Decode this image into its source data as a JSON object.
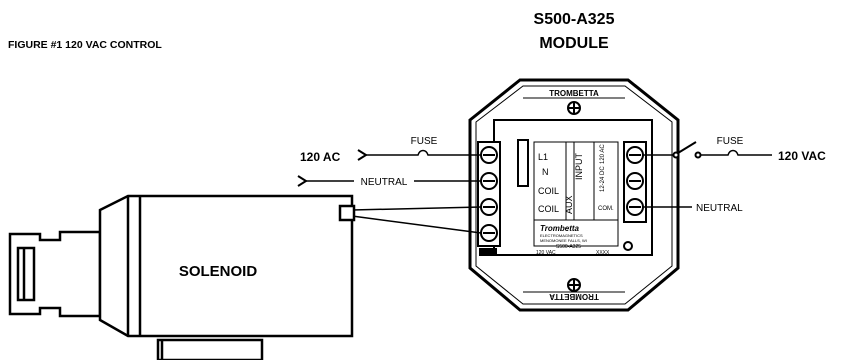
{
  "figure_title": "FIGURE #1 120 VAC CONTROL",
  "module": {
    "model": "S500-A325",
    "caption": "MODULE",
    "brand_top": "TROMBETTA",
    "brand_bottom": "TROMBETTA",
    "terminals_left": [
      "L1",
      "N",
      "COIL",
      "COIL"
    ],
    "aux_label": "AUX",
    "input_label": "INPUT",
    "terminals_right": [
      "120 AC",
      "12-24 DC",
      "COM."
    ],
    "nameplate_brand": "Trombetta",
    "nameplate_text": [
      "ELECTROMAGNETICS",
      "MENOMONEE FALLS, WI",
      "S500-A325"
    ],
    "bottom_left_text": "120 VAC",
    "bottom_right_text": "XXXX"
  },
  "wiring": {
    "left_supply": "120 AC",
    "left_fuse": "FUSE",
    "neutral_left": "NEUTRAL",
    "right_fuse": "FUSE",
    "right_supply": "120 VAC",
    "neutral_right": "NEUTRAL"
  },
  "solenoid": {
    "label": "SOLENOID"
  }
}
